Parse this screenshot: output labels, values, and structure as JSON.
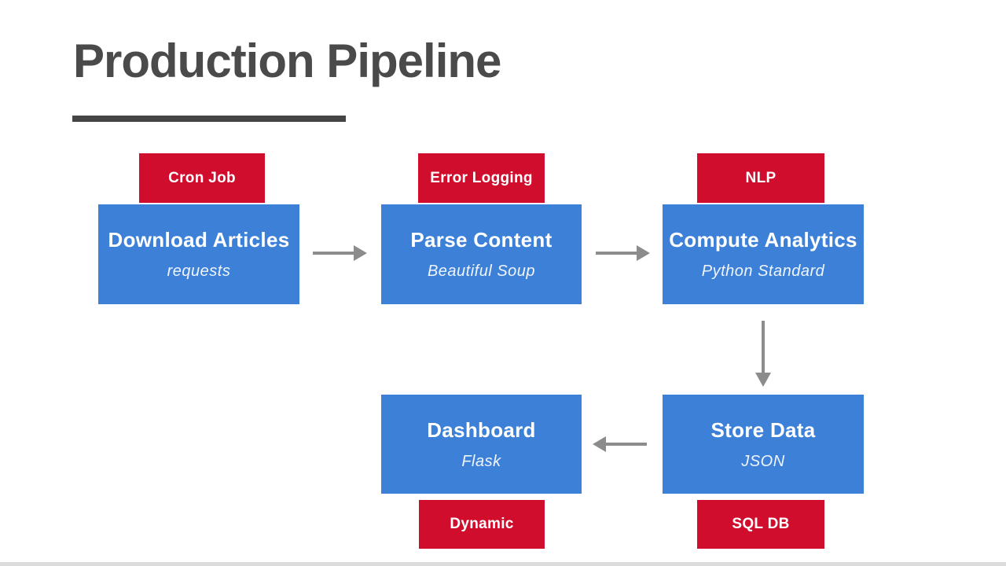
{
  "slide": {
    "title": "Production Pipeline"
  },
  "stages": {
    "download": {
      "tag": "Cron Job",
      "title": "Download Articles",
      "subtitle": "requests"
    },
    "parse": {
      "tag": "Error Logging",
      "title": "Parse Content",
      "subtitle": "Beautiful Soup"
    },
    "analytics": {
      "tag": "NLP",
      "title": "Compute Analytics",
      "subtitle": "Python Standard"
    },
    "store": {
      "tag": "SQL DB",
      "title": "Store Data",
      "subtitle": "JSON"
    },
    "dashboard": {
      "tag": "Dynamic",
      "title": "Dashboard",
      "subtitle": "Flask"
    }
  },
  "edges": [
    {
      "from": "download",
      "to": "parse",
      "direction": "right"
    },
    {
      "from": "parse",
      "to": "analytics",
      "direction": "right"
    },
    {
      "from": "analytics",
      "to": "store",
      "direction": "down"
    },
    {
      "from": "store",
      "to": "dashboard",
      "direction": "left"
    }
  ],
  "colors": {
    "node_blue": "#3d80d8",
    "tag_red": "#d00d2c",
    "arrow_gray": "#8c8c8c",
    "title_gray": "#4a4a4a"
  }
}
